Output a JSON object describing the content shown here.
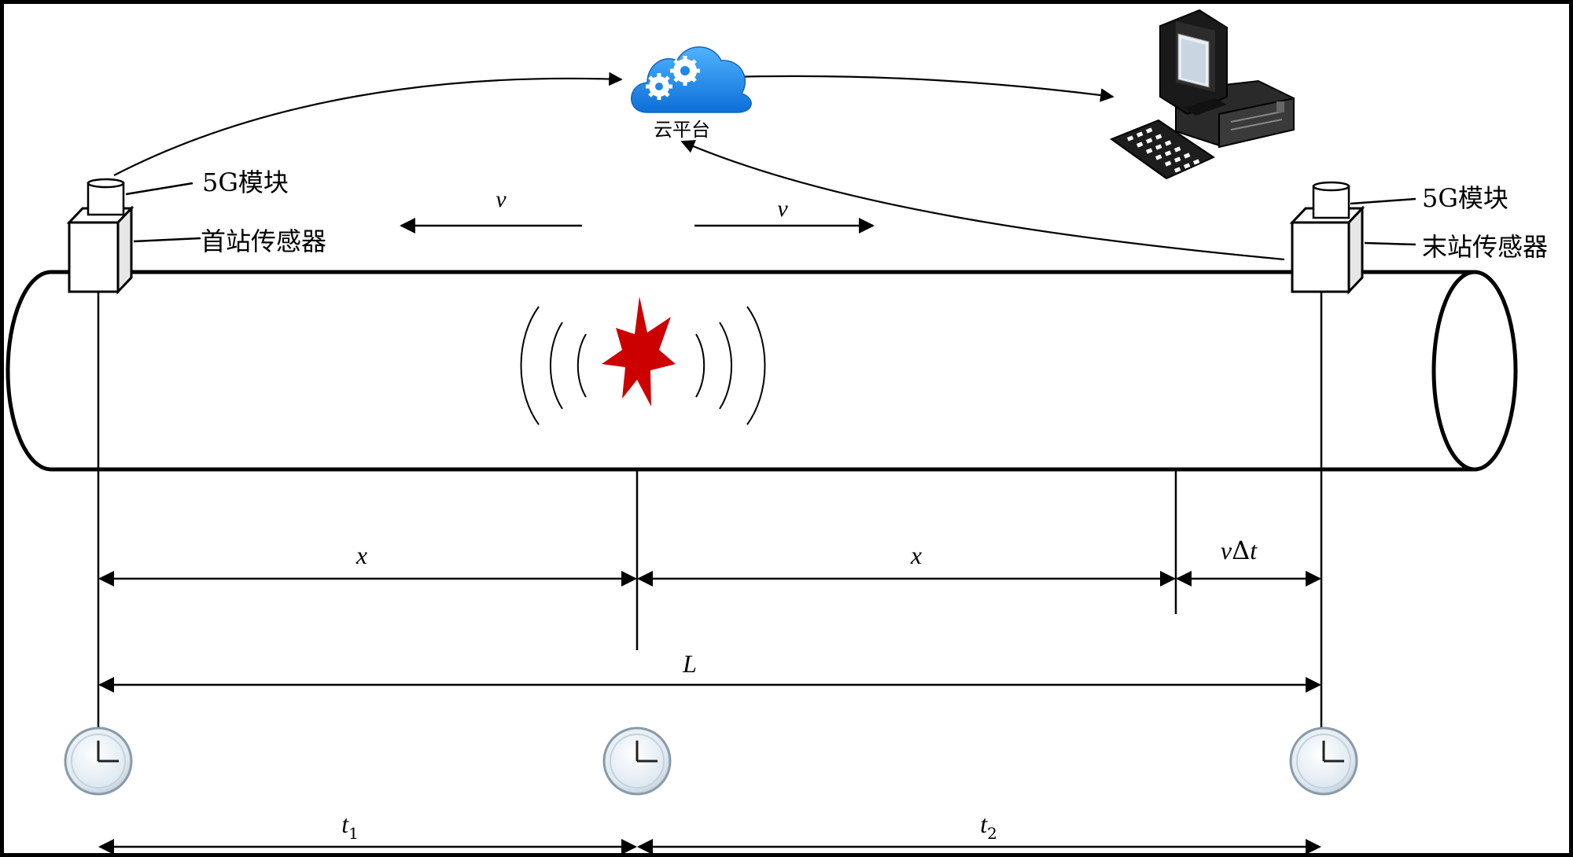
{
  "cloud": {
    "label": "云平台",
    "icon": "cloud-gear-icon"
  },
  "computer": {
    "icon": "desktop-computer-icon"
  },
  "first_station": {
    "module_label": "5G模块",
    "sensor_label": "首站传感器"
  },
  "end_station": {
    "module_label": "5G模块",
    "sensor_label": "末站传感器"
  },
  "wave_speed_label": "v",
  "leak": {
    "icon": "leak-burst-icon",
    "color": "#cc0000"
  },
  "dimensions": {
    "x_left": "x",
    "x_right": "x",
    "v_delta_t_v": "v",
    "v_delta_t_delta": "Δ",
    "v_delta_t_t": "t",
    "L": "L"
  },
  "times": {
    "t1_base": "t",
    "t1_sub": "1",
    "t2_base": "t",
    "t2_sub": "2"
  },
  "clock_icon": "clock-icon",
  "colors": {
    "line": "#000000",
    "cloud_blue": "#1e88e5",
    "leak_red": "#cc0000"
  }
}
